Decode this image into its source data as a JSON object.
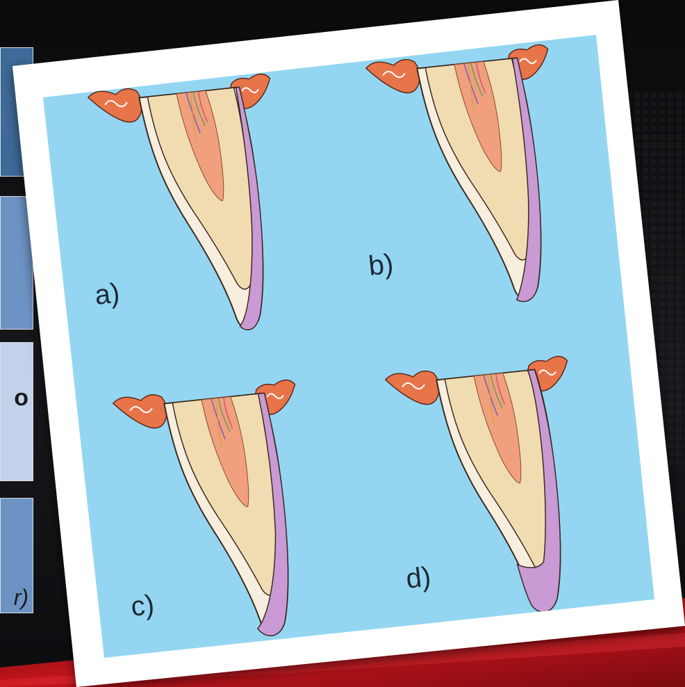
{
  "colors": {
    "background": "#0e0e10",
    "accent_red": "#b3121a",
    "photo_frame": "#ffffff",
    "sky_blue": "#94d6f2",
    "gum": "#e8744a",
    "dentin": "#f1dcb2",
    "enamel": "#f8eede",
    "pulp": "#f0a07c",
    "lesion": "#c99ad4"
  },
  "side_cards": [
    {
      "glyph": ""
    },
    {
      "glyph": ""
    },
    {
      "glyph": "o"
    },
    {
      "glyph": "r)"
    }
  ],
  "panels": [
    {
      "label": "a)",
      "lesion_depth": 0.35
    },
    {
      "label": "b)",
      "lesion_depth": 0.45
    },
    {
      "label": "c)",
      "lesion_depth": 0.55
    },
    {
      "label": "d)",
      "lesion_depth": 0.85
    }
  ]
}
